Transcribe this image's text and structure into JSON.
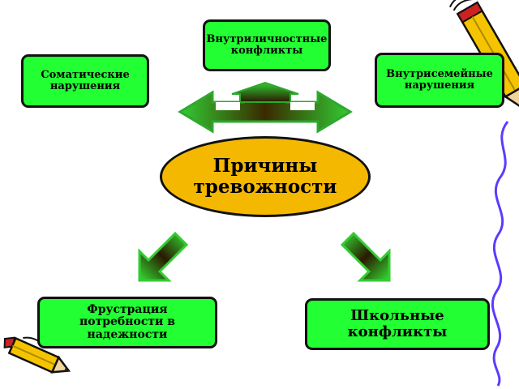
{
  "center": {
    "text": "Причины\nтревожности"
  },
  "boxes": {
    "intrapersonal": "Внутриличностные\nконфликты",
    "somatic": "Соматические\nнарушения",
    "family": "Внутрисемейные\nнарушения",
    "frustration": "Фрустрация\nпотребности в\nнадежности",
    "school": "Школьные\nконфликты"
  },
  "colors": {
    "box_fill": "#22ff33",
    "center_fill": "#f5b800",
    "outline": "#111111",
    "squiggle": "#5a3cff"
  },
  "icons": [
    "pencil-icon",
    "pencil-icon"
  ]
}
